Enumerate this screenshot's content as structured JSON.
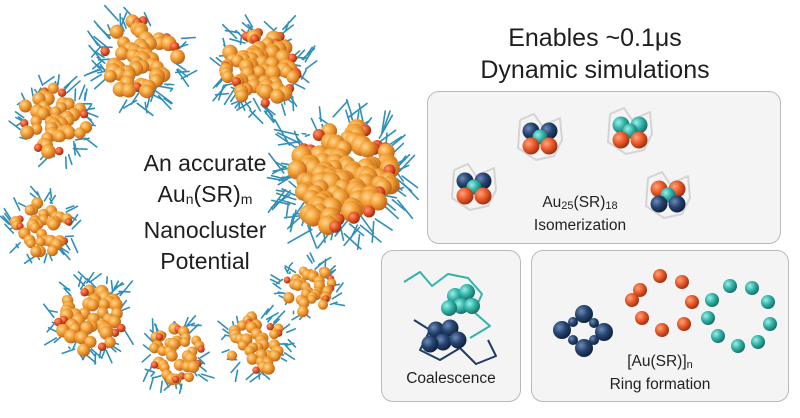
{
  "left": {
    "line1": "An accurate",
    "line2_base": "Au",
    "line2_sub1": "n",
    "line2_mid": "(SR)",
    "line2_sub2": "m",
    "line3": "Nanocluster",
    "line4": "Potential"
  },
  "right": {
    "line1": "Enables ~0.1μs",
    "line2": "Dynamic simulations"
  },
  "panels": {
    "isomerization": {
      "formula_base": "Au",
      "formula_sub1": "25",
      "formula_mid": "(SR)",
      "formula_sub2": "18",
      "label": "Isomerization"
    },
    "coalescence": {
      "label": "Coalescence"
    },
    "ring": {
      "formula_pre": "[Au(SR)]",
      "formula_sub": "n",
      "label": "Ring formation"
    }
  },
  "colors": {
    "gold": "#f0982a",
    "sulfur": "#e8552a",
    "ligand": "#2f8fb8",
    "navy": "#1f3b63",
    "teal": "#32b3a8",
    "orange": "#ea5a2a",
    "panel_bg": "#f4f4f4",
    "panel_border": "#b9b9b9"
  }
}
